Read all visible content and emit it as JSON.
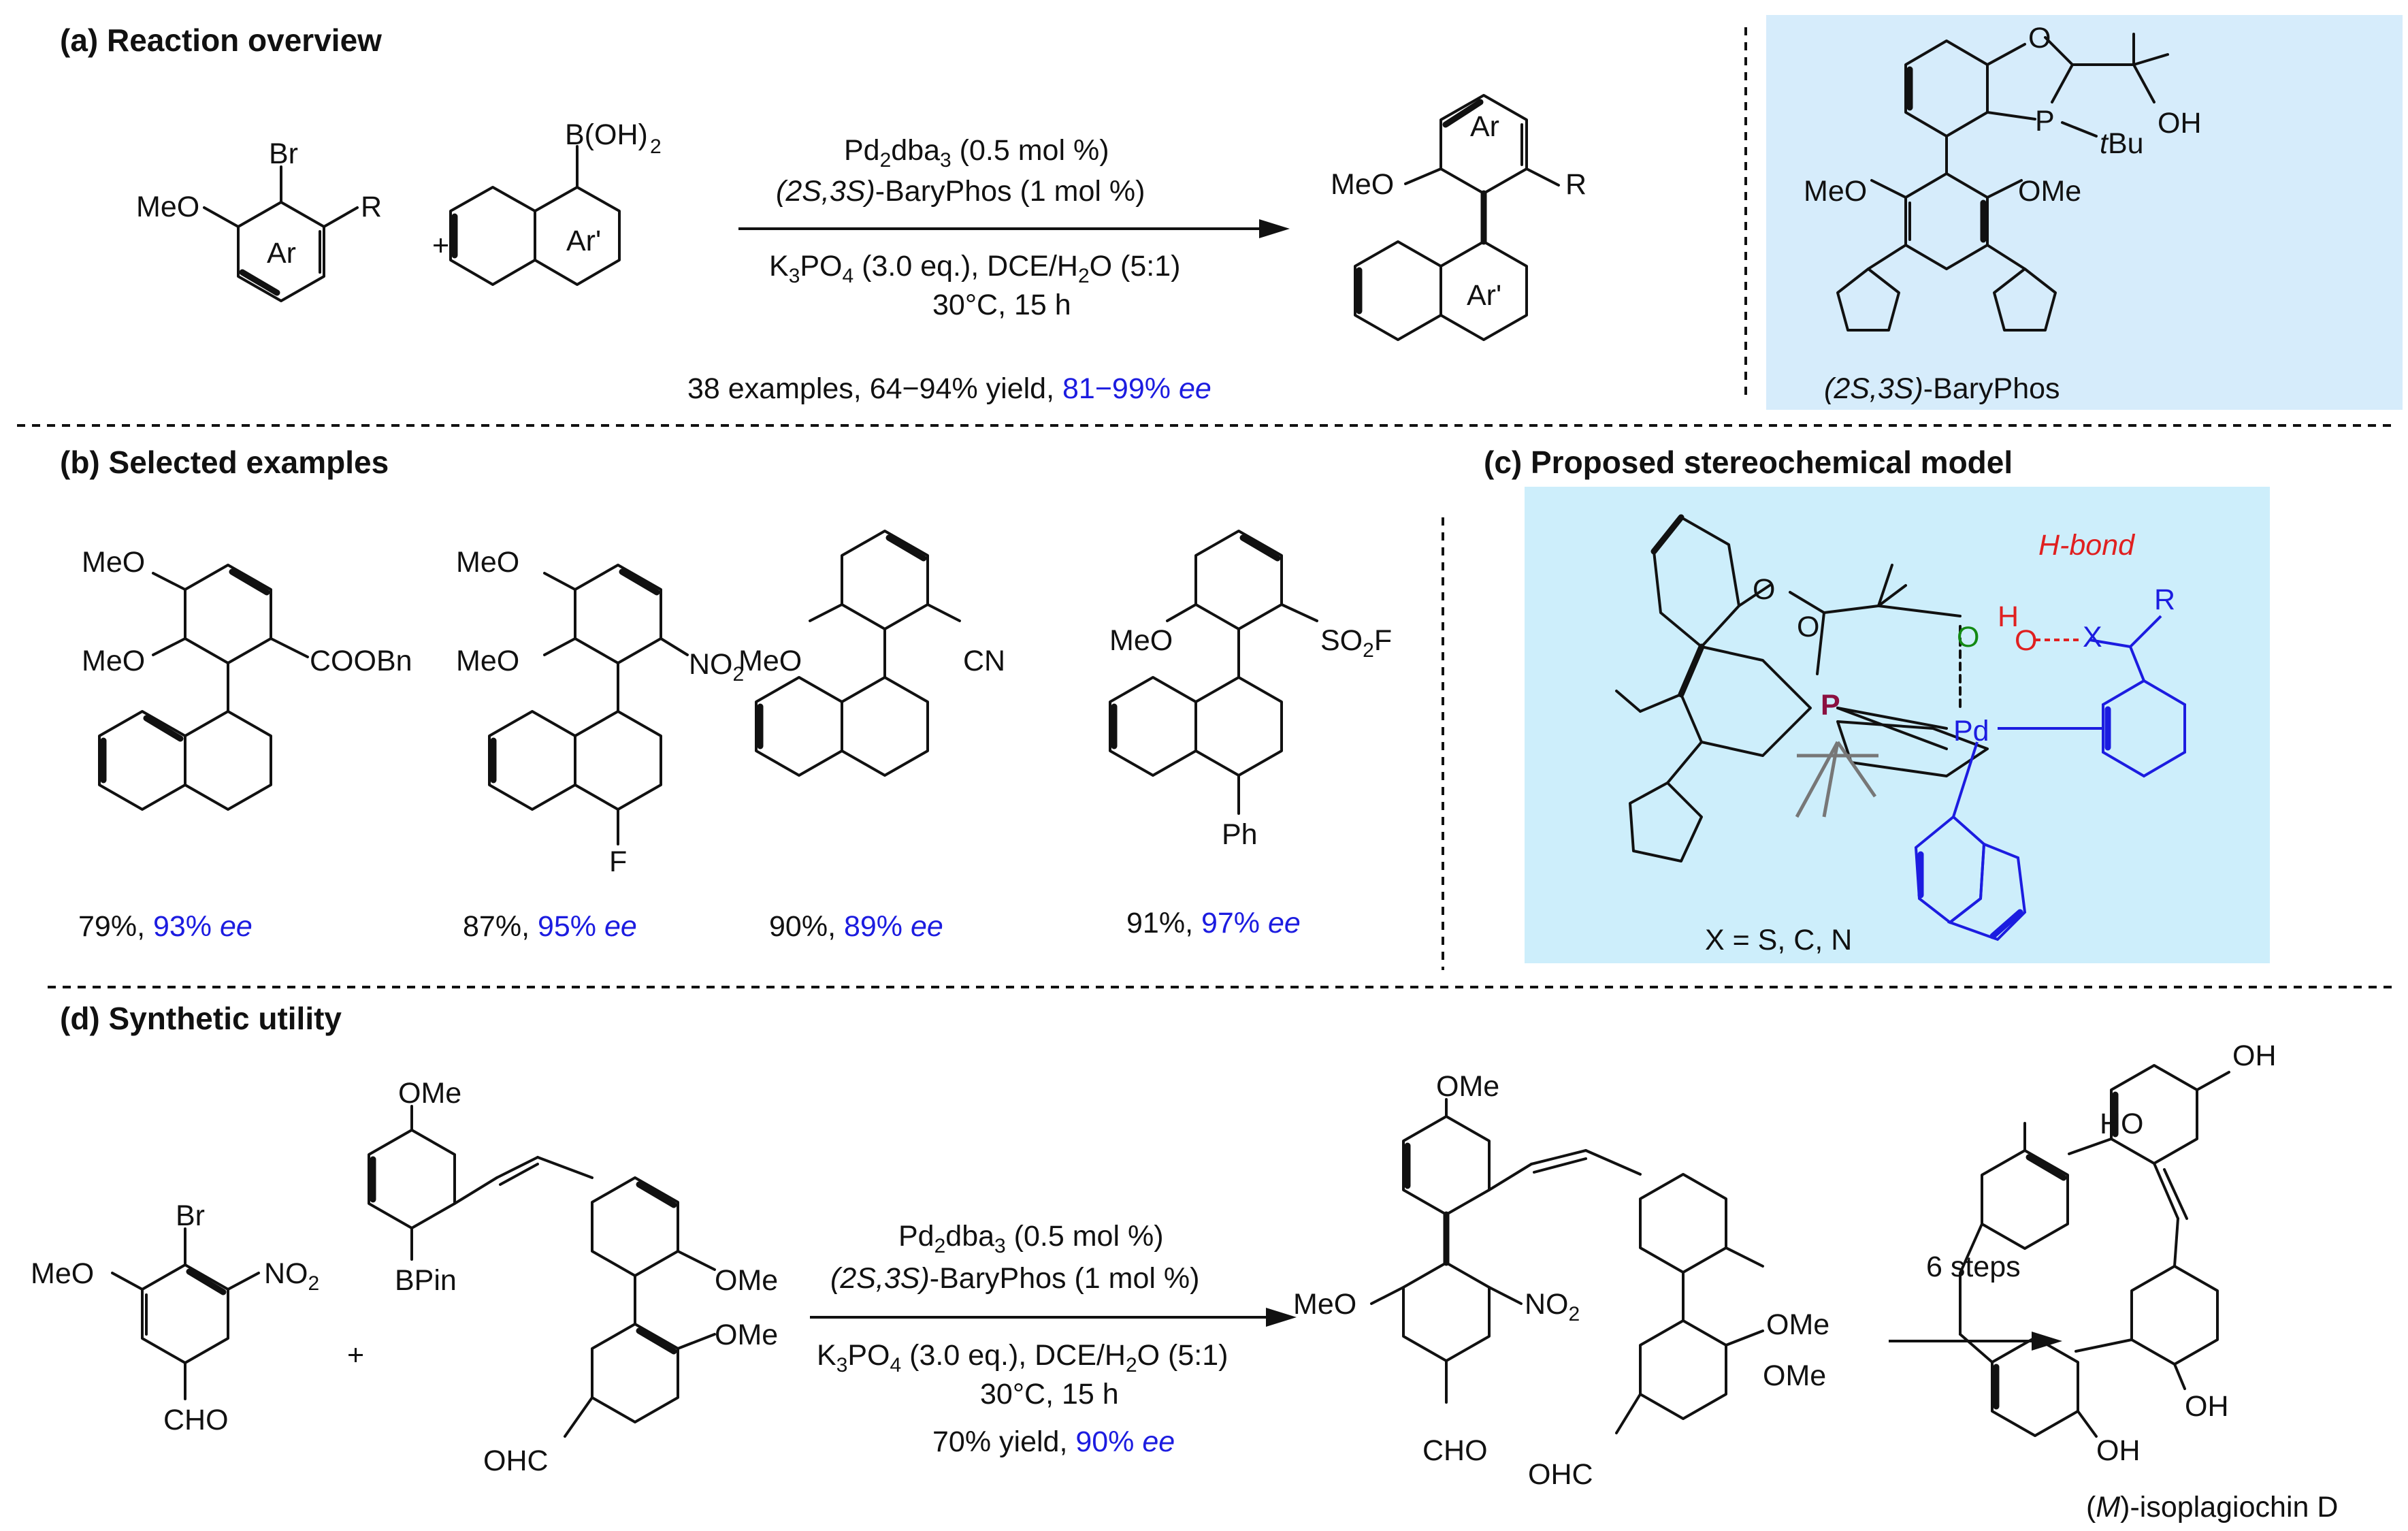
{
  "panels": {
    "a": {
      "title": "(a) Reaction overview",
      "reactant1": {
        "Br": "Br",
        "MeO": "MeO",
        "R": "R",
        "ring": "Ar"
      },
      "plus": "+",
      "reactant2": {
        "boronic": "B(OH)",
        "boronic_sub": "2",
        "ring": "Ar'"
      },
      "conditions_above": [
        "Pd",
        "2",
        "dba",
        "3",
        " (0.5 mol %)",
        "(2S,3S)",
        "-BaryPhos (1 mol %)"
      ],
      "conditions_below": [
        "K",
        "3",
        "PO",
        "4",
        " (3.0 eq.), DCE/H",
        "2",
        "O (5:1)",
        "30°C, 15 h"
      ],
      "product": {
        "MeO": "MeO",
        "R": "R",
        "ring_top": "Ar",
        "ring_bottom": "Ar'"
      },
      "summary": "38 examples, 64−94% yield, ",
      "summary_ee": "81−99% ",
      "summary_ee_italic": "ee",
      "ligand": {
        "O": "O",
        "OH": "OH",
        "P": "P",
        "tBu_t": "t",
        "tBu": "Bu",
        "MeO": "MeO",
        "OMe": "OMe",
        "name_italic": "(2S,3S)",
        "name": "-BaryPhos"
      }
    },
    "b": {
      "title": "(b) Selected examples",
      "examples": [
        {
          "subs": [
            "MeO",
            "MeO",
            "COOBn"
          ],
          "yield": "79%, ",
          "ee": "93% ",
          "ee_i": "ee"
        },
        {
          "subs": [
            "MeO",
            "MeO",
            "NO",
            "2",
            "F"
          ],
          "yield": "87%, ",
          "ee": "95% ",
          "ee_i": "ee"
        },
        {
          "subs": [
            "MeO",
            "CN"
          ],
          "yield": "90%, ",
          "ee": "89% ",
          "ee_i": "ee"
        },
        {
          "subs": [
            "MeO",
            "SO",
            "2",
            "F",
            "Ph"
          ],
          "yield": "91%, ",
          "ee": "97% ",
          "ee_i": "ee"
        }
      ]
    },
    "c": {
      "title": "(c) Proposed stereochemical model",
      "hbond": "H-bond",
      "atoms": {
        "O1": "O",
        "O2": "O",
        "O3": "O",
        "H": "H",
        "O4": "O",
        "X": "X",
        "R": "R",
        "P": "P",
        "Pd": "Pd"
      },
      "legend": "X = S, C, N",
      "colors": {
        "box": "#cdeefb",
        "pd_ligand": "#1c1ce0",
        "phosphorus": "#8b1040",
        "hbond": "#e02020",
        "oxygen": "#138a13"
      }
    },
    "d": {
      "title": "(d) Synthetic utility",
      "reactant1": {
        "Br": "Br",
        "MeO": "MeO",
        "NO": "NO",
        "NO_sub": "2",
        "CHO": "CHO"
      },
      "plus": "+",
      "reactant2": {
        "OMe1": "OMe",
        "BPin": "BPin",
        "OMe2": "OMe",
        "OMe3": "OMe",
        "OHC": "OHC"
      },
      "conditions_above": [
        "Pd",
        "2",
        "dba",
        "3",
        " (0.5 mol %)",
        "(2S,3S)",
        "-BaryPhos (1 mol %)"
      ],
      "conditions_below": [
        "K",
        "3",
        "PO",
        "4",
        " (3.0 eq.), DCE/H",
        "2",
        "O (5:1)",
        "30°C, 15 h"
      ],
      "result": "70% yield, ",
      "result_ee": "90% ",
      "result_ee_i": "ee",
      "product": {
        "OMe1": "OMe",
        "MeO": "MeO",
        "NO": "NO",
        "NO_sub": "2",
        "OMe2": "OMe",
        "OMe3": "OMe",
        "CHO": "CHO",
        "OHC": "OHC"
      },
      "steps": "6 steps",
      "final": {
        "OH1": "OH",
        "HO": "HO",
        "OH2": "OH",
        "OH3": "OH",
        "name_pre": "(",
        "name_i": "M",
        "name_post": ")-isoplagiochin D"
      }
    }
  },
  "colors": {
    "ee": "#1c1ce0",
    "ligand_box": "#d6ecfb"
  }
}
